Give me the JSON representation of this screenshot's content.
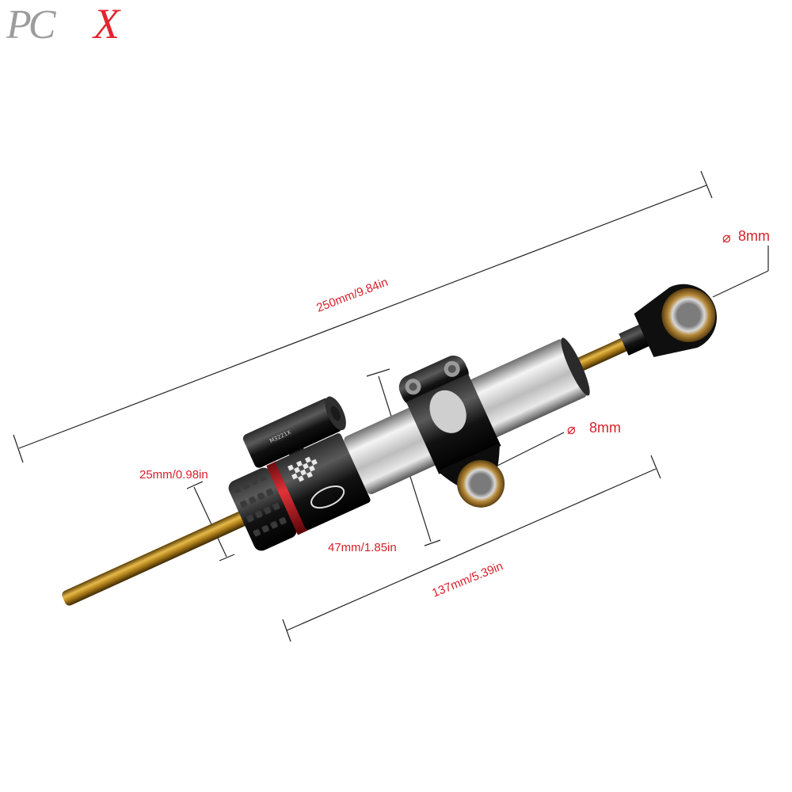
{
  "logo": {
    "text": "PCX",
    "color_main": "#9c9c9c",
    "color_accent": "#e0262e"
  },
  "colors": {
    "dimension": "#d8202a",
    "rod": "#b88a1c",
    "body": "#c9c9c9",
    "anodized": "#111111",
    "ring": "#d3202a"
  },
  "labels": {
    "overall_length": "250mm/9.84in",
    "stroke_length": "137mm/5.39in",
    "reservoir_height": "47mm/1.85in",
    "rod_diameter": "25mm/0.98in",
    "eye_diameter_top": "8mm",
    "eye_diameter_mid": "8mm",
    "diameter_symbol": "⌀",
    "reservoir_marking": "M3221X"
  }
}
